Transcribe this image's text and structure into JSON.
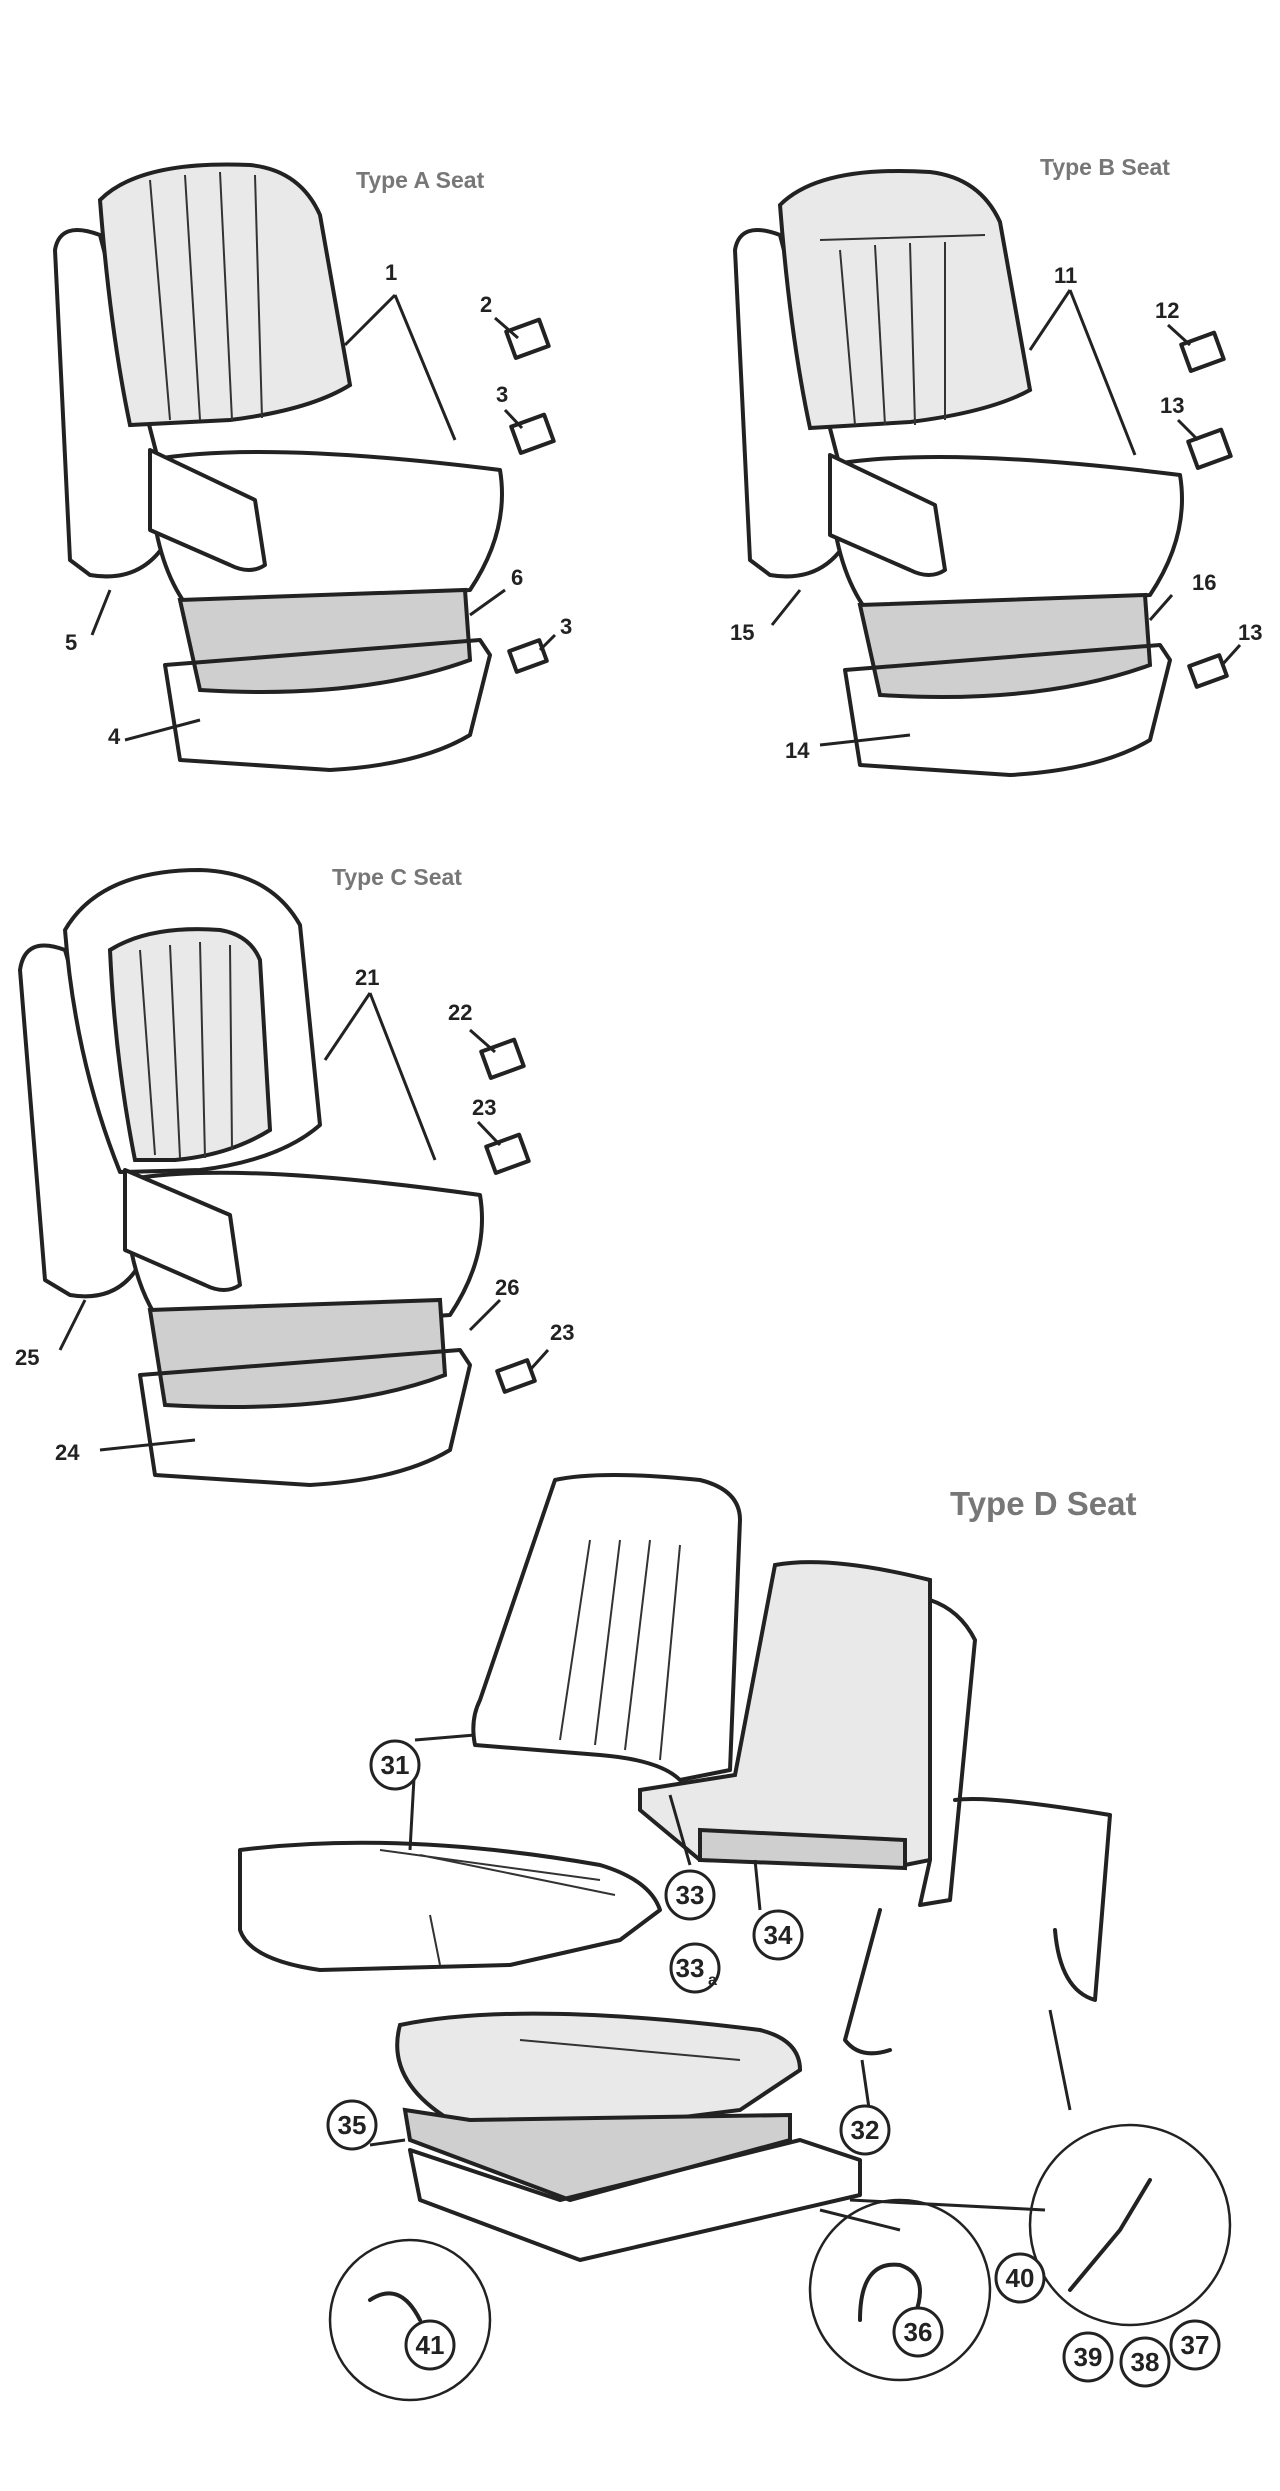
{
  "sections": {
    "type_a": {
      "title": "Type A Seat"
    },
    "type_b": {
      "title": "Type B Seat"
    },
    "type_c": {
      "title": "Type C Seat"
    },
    "type_d": {
      "title": "Type D Seat"
    }
  },
  "callouts": {
    "a1": "1",
    "a2": "2",
    "a3": "3",
    "a3b": "3",
    "a4": "4",
    "a5": "5",
    "a6": "6",
    "b11": "11",
    "b12": "12",
    "b13": "13",
    "b13b": "13",
    "b14": "14",
    "b15": "15",
    "b16": "16",
    "c21": "21",
    "c22": "22",
    "c23": "23",
    "c23b": "23",
    "c24": "24",
    "c25": "25",
    "c26": "26",
    "d31": "31",
    "d32": "32",
    "d33": "33",
    "d33a": "33",
    "d33a_sub": "a",
    "d34": "34",
    "d35": "35",
    "d36": "36",
    "d37": "37",
    "d38": "38",
    "d39": "39",
    "d40": "40",
    "d41": "41"
  }
}
